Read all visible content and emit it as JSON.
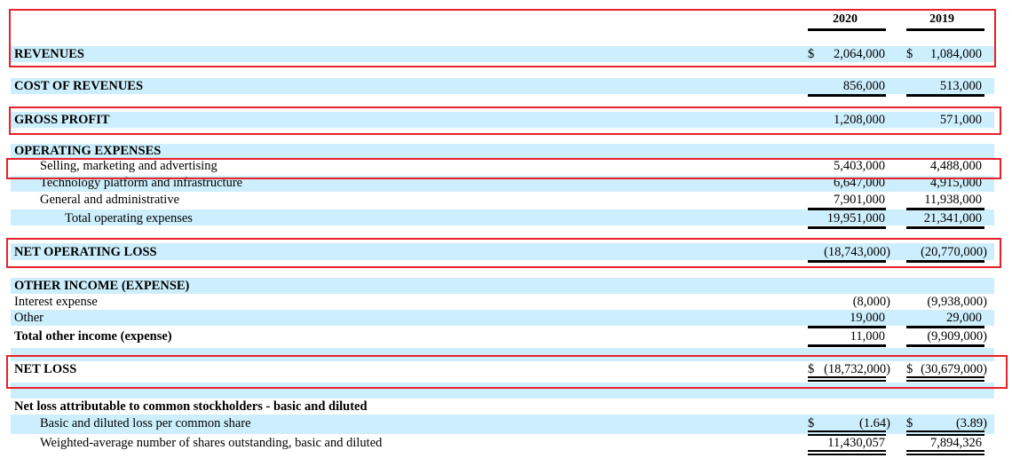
{
  "years": [
    "2020",
    "2019"
  ],
  "currency_symbol": "$",
  "rows": [
    {
      "label": "REVENUES",
      "bold": true,
      "v2020": "2,064,000",
      "v2019": "1,084,000",
      "dollar": true
    },
    {
      "label": "COST OF REVENUES",
      "bold": true,
      "v2020": "856,000",
      "v2019": "513,000"
    },
    {
      "label": "GROSS PROFIT",
      "bold": true,
      "v2020": "1,208,000",
      "v2019": "571,000"
    },
    {
      "label": "OPERATING EXPENSES",
      "bold": true
    },
    {
      "label": "Selling, marketing and advertising",
      "v2020": "5,403,000",
      "v2019": "4,488,000"
    },
    {
      "label": "Technology platform and infrastructure",
      "v2020": "6,647,000",
      "v2019": "4,915,000"
    },
    {
      "label": "General and administrative",
      "v2020": "7,901,000",
      "v2019": "11,938,000"
    },
    {
      "label": "Total operating expenses",
      "v2020": "19,951,000",
      "v2019": "21,341,000"
    },
    {
      "label": "NET OPERATING LOSS",
      "bold": true,
      "v2020": "(18,743,000)",
      "v2019": "(20,770,000)"
    },
    {
      "label": "OTHER INCOME (EXPENSE)",
      "bold": true
    },
    {
      "label": "Interest expense",
      "v2020": "(8,000)",
      "v2019": "(9,938,000)"
    },
    {
      "label": "Other",
      "v2020": "19,000",
      "v2019": "29,000"
    },
    {
      "label": "Total other income (expense)",
      "bold": true,
      "v2020": "11,000",
      "v2019": "(9,909,000)"
    },
    {
      "label": "NET LOSS",
      "bold": true,
      "v2020": "(18,732,000)",
      "v2019": "(30,679,000)",
      "dollar": true
    },
    {
      "label": "Net loss attributable to common stockholders - basic and diluted",
      "bold": true
    },
    {
      "label": "Basic and diluted loss per common share",
      "v2020": "(1.64)",
      "v2019": "(3.89)",
      "dollar": true
    },
    {
      "label": "Weighted-average number of shares outstanding, basic and diluted",
      "v2020": "11,430,057",
      "v2019": "7,894,326"
    }
  ],
  "highlight_color": "#e8202a"
}
